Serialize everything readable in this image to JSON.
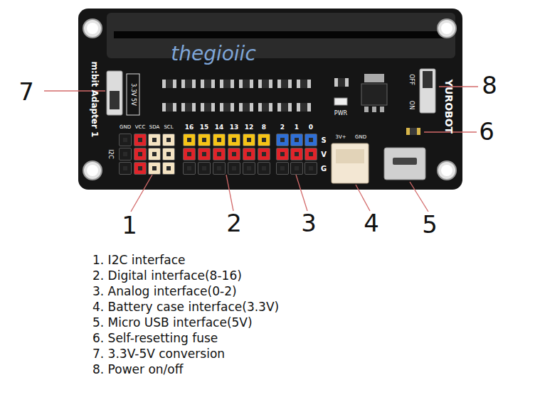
{
  "diagram": {
    "labels": [
      "m:bit Adapter 1",
      "3.3V 5V",
      "YUROBOT",
      "OFF",
      "ON",
      "PWR",
      "GND",
      "VCC",
      "SDA",
      "SCL",
      "I2C",
      "16",
      "15",
      "14",
      "13",
      "12",
      "8",
      "2",
      "1",
      "0",
      "S",
      "V",
      "G",
      "3V+",
      "GND",
      "thegioiic",
      "7",
      "8",
      "6",
      "1",
      "2",
      "3",
      "4",
      "5",
      "1. I2C interface",
      "2. Digital interface(8-16)",
      "3. Analog interface(0-2)",
      "4. Battery case interface(3.3V)",
      "5. Micro USB interface(5V)",
      "6. Self-resetting fuse",
      "7. 3.3V-5V conversion",
      "8. Power on/off"
    ]
  }
}
